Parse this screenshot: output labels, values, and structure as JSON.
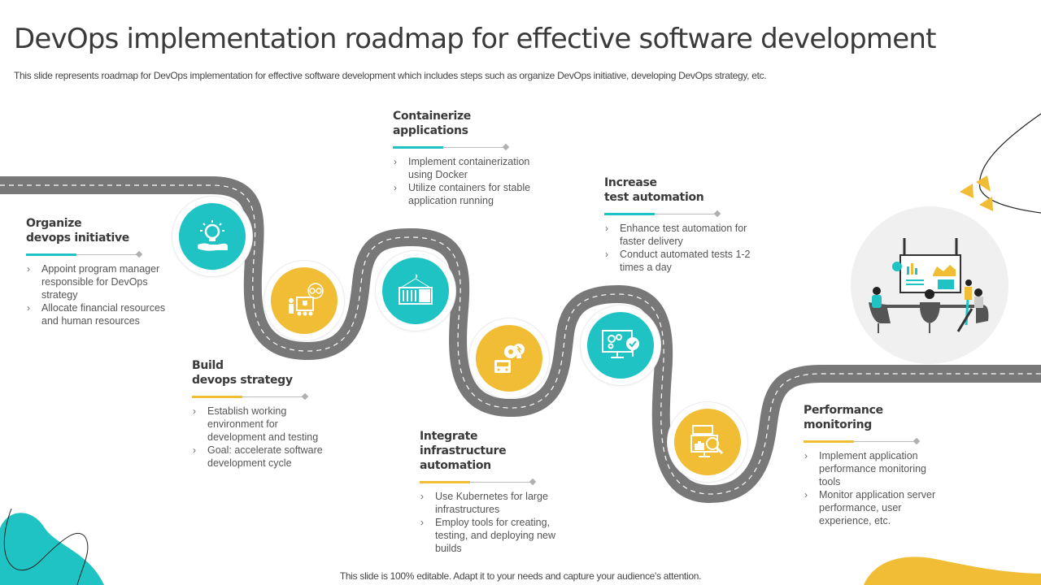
{
  "header": {
    "title": "DevOps implementation roadmap for effective software development",
    "subtitle": "This slide represents roadmap for DevOps implementation for effective  software development which includes steps such as organize DevOps initiative, developing DevOps strategy,  etc."
  },
  "colors": {
    "teal": "#1fc3c3",
    "yellow": "#f0bd34",
    "road": "#787878",
    "text": "#404040"
  },
  "steps": [
    {
      "heading": "Organize\ndevops initiative",
      "accent": "teal",
      "icon": "lightbulb-plant-hand-icon",
      "bullets": [
        "Appoint program  manager responsible for DevOps strategy",
        "Allocate financial resources and human resources"
      ]
    },
    {
      "heading": "Build\ndevops strategy",
      "accent": "yellow",
      "icon": "team-strategy-presentation-icon",
      "bullets": [
        "Establish working environment  for development  and testing",
        "Goal: accelerate software development  cycle"
      ]
    },
    {
      "heading": "Containerize\napplications",
      "accent": "teal",
      "icon": "shipping-container-icon",
      "bullets": [
        "Implement containerization using Docker",
        "Utilize containers for stable application running"
      ]
    },
    {
      "heading": "Integrate\ninfrastructure automation",
      "accent": "yellow",
      "icon": "infrastructure-gear-bulb-icon",
      "bullets": [
        "Use Kubernetes  for large infrastructures",
        "Employ tools for creating, testing, and deploying new builds"
      ]
    },
    {
      "heading": "Increase\ntest automation",
      "accent": "teal",
      "icon": "monitor-gears-check-icon",
      "bullets": [
        "Enhance test automation for faster delivery",
        "Conduct automated tests 1-2 times a day"
      ]
    },
    {
      "heading": "Performance\nmonitoring",
      "accent": "yellow",
      "icon": "analytics-magnifier-icon",
      "bullets": [
        "Implement application performance monitoring tools",
        "Monitor application server performance,  user experience, etc."
      ]
    }
  ],
  "illustration": {
    "icon": "team-meeting-illustration"
  },
  "footer": {
    "note": "This slide is 100% editable. Adapt it to your needs and capture your audience's attention."
  }
}
